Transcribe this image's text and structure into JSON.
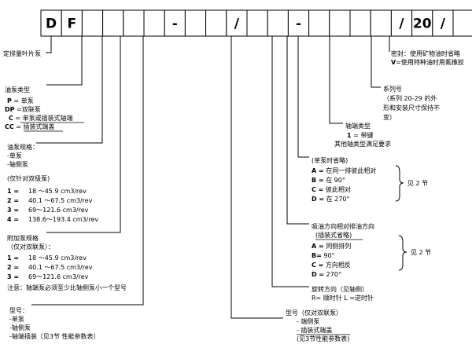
{
  "model_code": {
    "boxes": [
      "D",
      "F",
      "",
      "",
      "",
      "",
      "-",
      "",
      "",
      "/",
      "",
      "",
      "-",
      "",
      "",
      "",
      "",
      "/",
      "20",
      "/",
      ""
    ]
  },
  "fields": {
    "fixed_vane": "定排量叶片泵",
    "pump_type": {
      "title": "油泵类型",
      "items": [
        {
          "key": "P",
          "sep": " = ",
          "text": "单泵"
        },
        {
          "key": "DP",
          "sep": " =",
          "text": "双联泵"
        },
        {
          "key": "C",
          "sep": " = ",
          "text": "单泵或插装式轴端"
        },
        {
          "key": "CC",
          "sep": " = ",
          "text": "插装式端盖"
        }
      ]
    },
    "pump_spec": {
      "title": "油泵规格：",
      "sub": [
        "-单泵",
        "-轴侧泵"
      ],
      "note": "(仅针对双级泵)",
      "items": [
        {
          "key": "1 =",
          "range": "18  ～45.9 cm3/rev"
        },
        {
          "key": "2 =",
          "range": "40.1 ～67.5 cm3/rev"
        },
        {
          "key": "3 =",
          "range": "69～121.6 cm3/rev"
        },
        {
          "key": "4 =",
          "range": "138.6～193.4 cm3/rev"
        }
      ]
    },
    "extra_spec": {
      "title": "附加泵规格",
      "note": "（仅对双联泵）：",
      "items": [
        {
          "key": "1 =",
          "range": "18  ～45.9 cm3/rev"
        },
        {
          "key": "2 =",
          "range": "40.1 ～67.5 cm3/rev"
        },
        {
          "key": "3 =",
          "range": "69～121.6 cm3/rev"
        }
      ],
      "footnote": "注意：轴端泵必须至少比轴侧泵小一个型号"
    },
    "model_no": {
      "title": "型号：",
      "lines": [
        "-单泵",
        "-轴侧泵",
        "-轴端插装（见3节  性能参数表）"
      ]
    },
    "model_no_double": {
      "title": "型号（仅对双联泵）",
      "lines": [
        "-  端侧泵",
        "-  插装式端盖",
        "(见3节性能参数表)"
      ]
    },
    "rotation": {
      "title": "旋转方向（见轴侧）",
      "text": "R= 顺时针   L =逆时针"
    },
    "port_orientation": {
      "title": "吸油方向相对排油方向",
      "sub": "(插装式省略)",
      "items": [
        {
          "key": "A =",
          "text": " 同侧排列"
        },
        {
          "key": "B=",
          "text": " 90°"
        },
        {
          "key": "C =",
          "text": " 方向相反"
        },
        {
          "key": "D =",
          "text": " 270°"
        }
      ],
      "ref": "见 2 节"
    },
    "single_pump": {
      "title": "(单泵时省略)",
      "items": [
        {
          "key": "A =",
          "text": " 在同一排彼此相对"
        },
        {
          "key": "B =",
          "text": " 在 90°"
        },
        {
          "key": "C =",
          "text": " 彼此相对"
        },
        {
          "key": "D =",
          "text": "   在 270°"
        }
      ],
      "ref": "见 2 节"
    },
    "shaft_type": {
      "title": "轴端类型",
      "line1_key": "1",
      "line1_text": " = 带键",
      "line2": "其他轴类型满足要求"
    },
    "series": {
      "title": "系列号",
      "lines": [
        "（系列 20-29 的外",
        "形和安装尺寸保持不",
        "变）"
      ]
    },
    "seal": {
      "line1": "密封：使用矿物油时省略",
      "line2_key": "V",
      "line2_text": "=使用特种油时用氟橡胶"
    }
  }
}
